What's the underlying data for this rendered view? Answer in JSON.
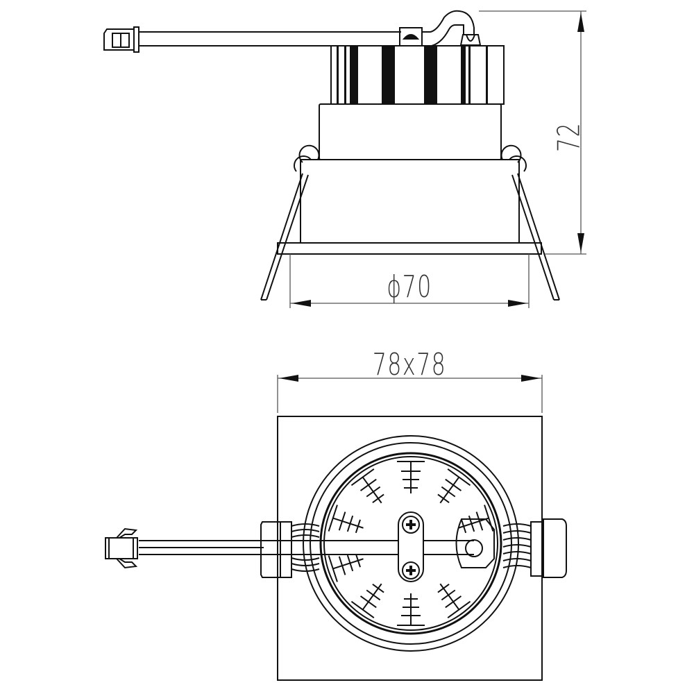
{
  "drawing": {
    "title": "Recessed square downlight technical drawing",
    "views": [
      {
        "name": "side-view",
        "description": "Side elevation with heatsink, spring clips and connector cable"
      },
      {
        "name": "top-view",
        "description": "Top/rear view with square trim, circular heatsink and spring clips"
      }
    ]
  },
  "dimensions": {
    "diameter_label": "ϕ70",
    "height_label": "72",
    "square_trim_label": "78x78"
  },
  "colors": {
    "line": "#111111",
    "dimension_line": "#555555",
    "background": "#ffffff"
  }
}
